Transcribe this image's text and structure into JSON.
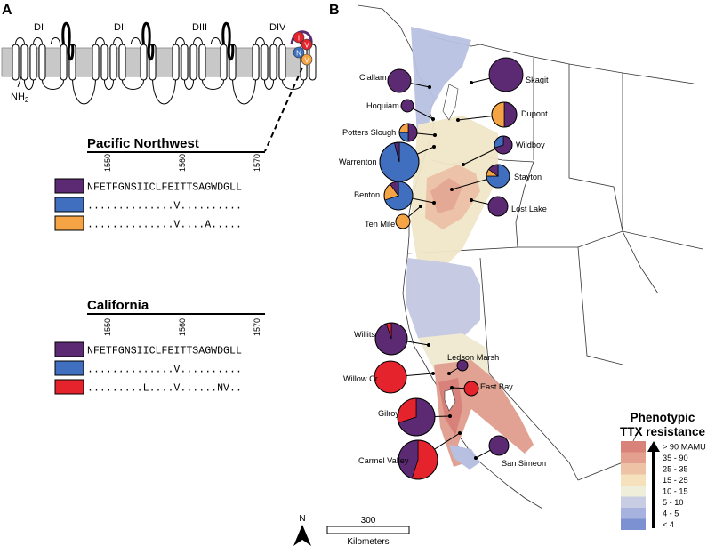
{
  "panel_a": {
    "letter": "A",
    "domains": [
      "DI",
      "DII",
      "DIII",
      "DIV"
    ],
    "terminus": "NH",
    "terminus_sub": "2",
    "pore_residues": [
      "I",
      "V",
      "N",
      "V"
    ],
    "pnw": {
      "title": "Pacific Northwest",
      "positions": [
        "1550",
        "1560",
        "1570"
      ],
      "seqs": [
        {
          "color": "#5b2a72",
          "text": "NFETFGNSIICLFEITTSAGWDGLL"
        },
        {
          "color": "#3f6fbe",
          "text": "..............V.........."
        },
        {
          "color": "#f5a445",
          "text": "..............V....A....."
        }
      ]
    },
    "ca": {
      "title": "California",
      "positions": [
        "1550",
        "1560",
        "1570"
      ],
      "seqs": [
        {
          "color": "#5b2a72",
          "text": "NFETFGNSIICLFEITTSAGWDGLL"
        },
        {
          "color": "#3f6fbe",
          "text": "..............V.........."
        },
        {
          "color": "#e5232d",
          "text": ".........L....V......NV.."
        }
      ]
    }
  },
  "panel_b": {
    "letter": "B",
    "legend": {
      "title_1": "Phenotypic",
      "title_2": "TTX resistance",
      "bins": [
        {
          "label": "> 90 MAMU",
          "color": "#d9827a"
        },
        {
          "label": "35 - 90",
          "color": "#e4a08e"
        },
        {
          "label": "25 - 35",
          "color": "#eec3a5"
        },
        {
          "label": "15 - 25",
          "color": "#f6e1bd"
        },
        {
          "label": "10 - 15",
          "color": "#eeeeda"
        },
        {
          "label": "5 - 10",
          "color": "#c9cde3"
        },
        {
          "label": "4 - 5",
          "color": "#a7b2de"
        },
        {
          "label": "< 4",
          "color": "#7c91d2"
        }
      ]
    },
    "scale": {
      "value": "300",
      "unit": "Kilometers"
    },
    "north": "N",
    "sites": [
      {
        "name": "Clallam",
        "fractions": {
          "purple": 1.0
        }
      },
      {
        "name": "Skagit",
        "fractions": {
          "purple": 1.0
        }
      },
      {
        "name": "Hoquiam",
        "fractions": {
          "purple": 1.0
        }
      },
      {
        "name": "Dupont",
        "fractions": {
          "purple": 0.5,
          "orange": 0.5
        }
      },
      {
        "name": "Potters Slough",
        "fractions": {
          "purple": 0.5,
          "blue": 0.25,
          "orange": 0.25
        }
      },
      {
        "name": "Wildboy",
        "fractions": {
          "purple": 0.7,
          "blue": 0.3
        }
      },
      {
        "name": "Warrenton",
        "fractions": {
          "blue": 0.96,
          "purple": 0.04
        }
      },
      {
        "name": "Stayton",
        "fractions": {
          "blue": 0.75,
          "orange": 0.1,
          "purple": 0.15
        }
      },
      {
        "name": "Benton",
        "fractions": {
          "blue": 0.7,
          "orange": 0.2,
          "purple": 0.1
        }
      },
      {
        "name": "Lost Lake",
        "fractions": {
          "purple": 1.0
        }
      },
      {
        "name": "Ten Mile",
        "fractions": {
          "orange": 1.0
        }
      },
      {
        "name": "Willits",
        "fractions": {
          "purple": 0.95,
          "red": 0.05
        }
      },
      {
        "name": "Ledson Marsh",
        "fractions": {
          "purple": 1.0
        }
      },
      {
        "name": "Willow Cr.",
        "fractions": {
          "red": 1.0
        }
      },
      {
        "name": "East Bay",
        "fractions": {
          "red": 1.0
        }
      },
      {
        "name": "Gilroy",
        "fractions": {
          "purple": 0.7,
          "red": 0.3
        }
      },
      {
        "name": "Carmel Valley",
        "fractions": {
          "red": 0.55,
          "purple": 0.45
        }
      },
      {
        "name": "San Simeon",
        "fractions": {
          "purple": 1.0
        }
      }
    ]
  },
  "colors": {
    "purple": "#5b2a72",
    "blue": "#3f6fbe",
    "orange": "#f5a445",
    "red": "#e5232d"
  }
}
